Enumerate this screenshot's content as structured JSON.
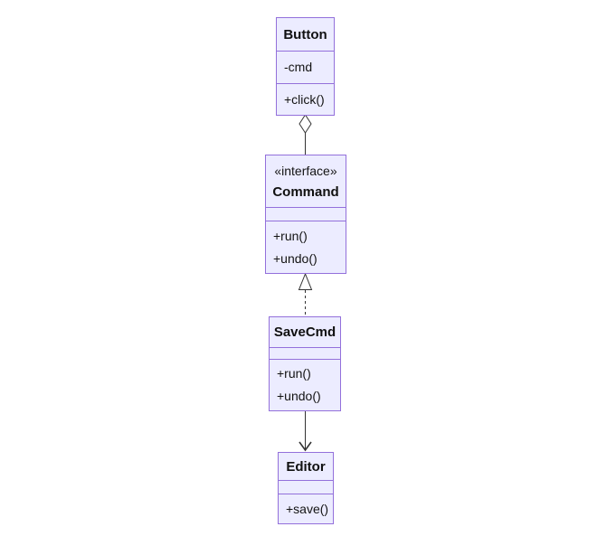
{
  "diagram": {
    "kind": "uml-class-diagram",
    "background_color": "#ffffff",
    "colors": {
      "box_fill": "#ECECFF",
      "box_border": "#9370DB",
      "relation_line": "#333333",
      "text": "#131313"
    },
    "classes": [
      {
        "name": "Button",
        "stereotype": "",
        "attributes": [
          "-cmd"
        ],
        "methods": [
          "+click()"
        ]
      },
      {
        "name": "Command",
        "stereotype": "«interface»",
        "attributes": [],
        "methods": [
          "+run()",
          "+undo()"
        ]
      },
      {
        "name": "SaveCmd",
        "stereotype": "",
        "attributes": [],
        "methods": [
          "+run()",
          "+undo()"
        ]
      },
      {
        "name": "Editor",
        "stereotype": "",
        "attributes": [],
        "methods": [
          "+save()"
        ]
      }
    ],
    "relations": [
      {
        "from": "Button",
        "to": "Command",
        "type": "aggregation",
        "line": "solid",
        "marker": "hollow-diamond-at-source"
      },
      {
        "from": "SaveCmd",
        "to": "Command",
        "type": "realization",
        "line": "dashed",
        "marker": "hollow-triangle-at-target"
      },
      {
        "from": "SaveCmd",
        "to": "Editor",
        "type": "association",
        "line": "solid",
        "marker": "open-arrow-at-target"
      }
    ]
  }
}
